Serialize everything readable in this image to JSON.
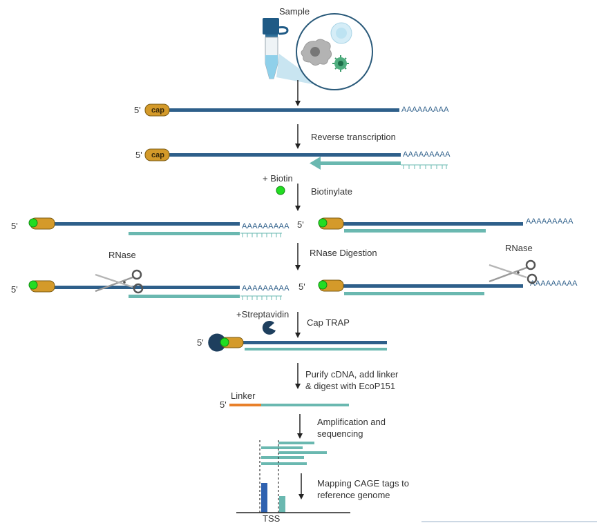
{
  "labels": {
    "sample": "Sample",
    "reverse_transcription": "Reverse transcription",
    "plus_biotin": "+ Biotin",
    "biotinylate": "Biotinylate",
    "rnase": "RNase",
    "rnase_digestion": "RNase  Digestion",
    "plus_streptavidin": "+Streptavidin",
    "cap_trap": "Cap TRAP",
    "purify_line1": "Purify cDNA, add linker",
    "purify_line2": "& digest with EcoP151",
    "linker": "Linker",
    "amp_line1": "Amplification and",
    "amp_line2": "sequencing",
    "map_line1": "Mapping CAGE tags to",
    "map_line2": "reference genome",
    "tss": "TSS"
  },
  "strand": {
    "five_prime": "5'",
    "cap": "cap",
    "poly_a": "AAAAAAAAA",
    "poly_t": "TTTTTTTTT"
  },
  "colors": {
    "rna": "#2e5f8a",
    "cdna": "#6ab8b0",
    "cap": "#d49a2a",
    "biotin": "#22dd22",
    "streptavidin": "#1e3f5e",
    "linker": "#e8802a",
    "tss_bar": "#2f62b0"
  }
}
